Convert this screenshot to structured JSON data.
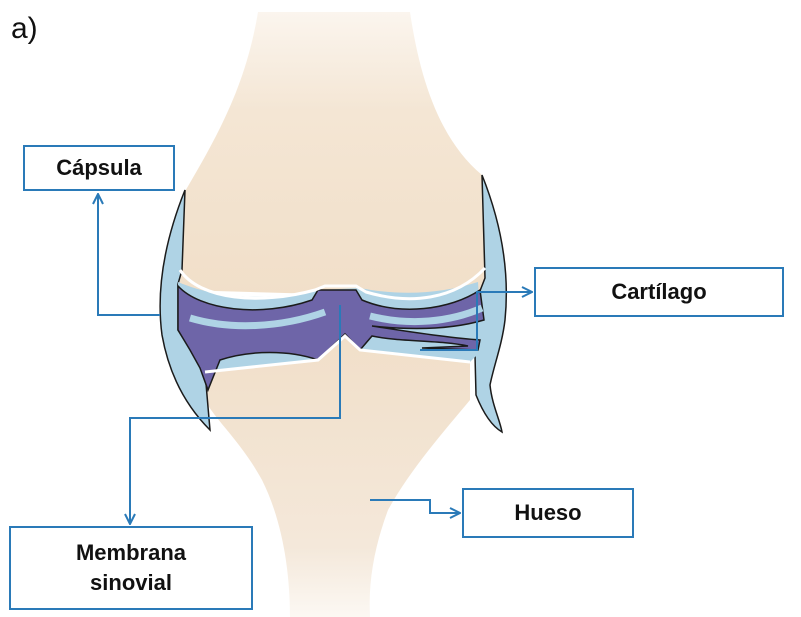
{
  "panel_label": "a)",
  "labels": {
    "capsula": "Cápsula",
    "cartilago": "Cartílago",
    "hueso": "Hueso",
    "membrana_line1": "Membrana",
    "membrana_line2": "sinovial"
  },
  "colors": {
    "bone": "#f2e2cf",
    "capsule": "#afd3e5",
    "synovial": "#6e65a8",
    "cartilage_outline": "#ffffff",
    "arrow": "#2a7ab8",
    "box_border": "#2a7ab8"
  }
}
